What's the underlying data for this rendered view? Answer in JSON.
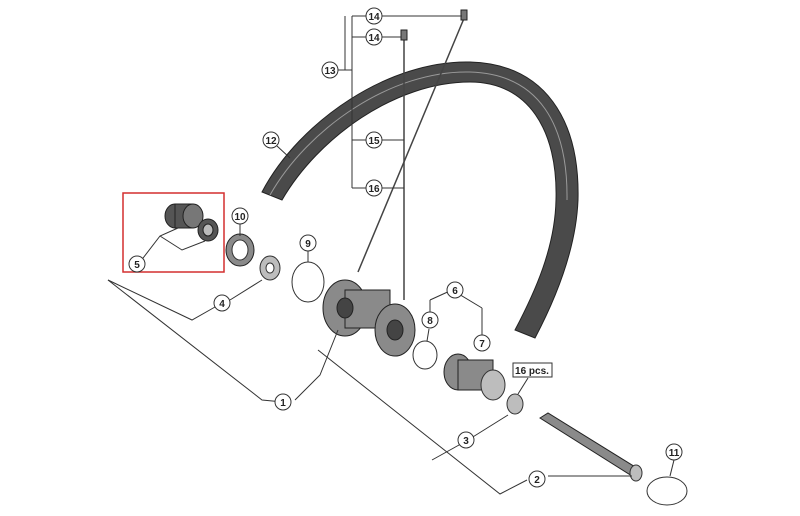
{
  "callouts": {
    "c1": "1",
    "c2": "2",
    "c3": "3",
    "c4": "4",
    "c5": "5",
    "c6": "6",
    "c7": "7",
    "c8": "8",
    "c9": "9",
    "c10": "10",
    "c11": "11",
    "c12": "12",
    "c13": "13",
    "c14a": "14",
    "c14b": "14",
    "c15": "15",
    "c16": "16"
  },
  "quantity_label": "16 pcs.",
  "colors": {
    "highlight_box": "#d32f2f",
    "part_dark": "#555555",
    "line": "#333333"
  }
}
